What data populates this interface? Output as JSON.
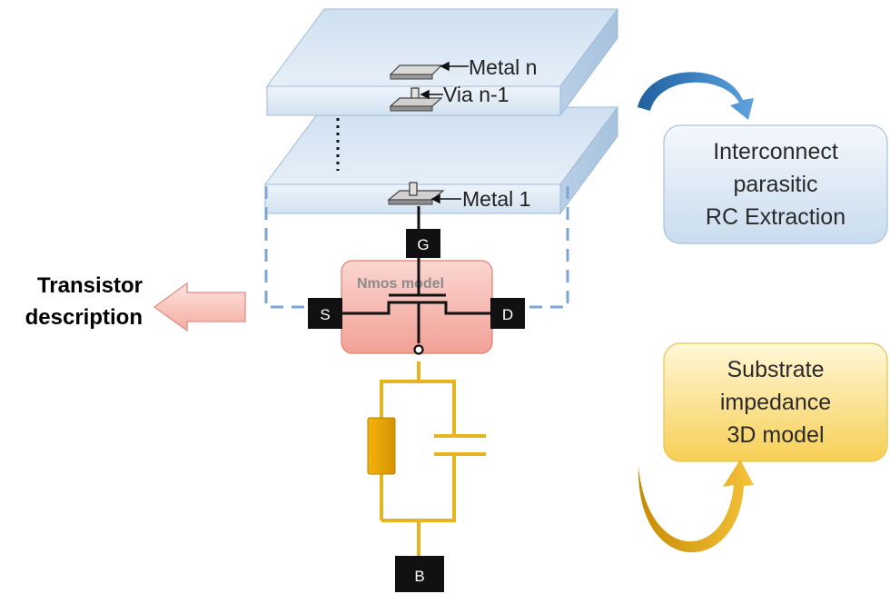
{
  "layers": {
    "metal_n": "Metal n",
    "via_n1": "Via n-1",
    "metal_1": "Metal 1"
  },
  "terminals": {
    "gate": "G",
    "source": "S",
    "drain": "D",
    "bulk": "B"
  },
  "nmos_model": "Nmos model",
  "transistor_description": {
    "line1": "Transistor",
    "line2": "description"
  },
  "interconnect_box": {
    "line1": "Interconnect",
    "line2": "parasitic",
    "line3": "RC Extraction"
  },
  "substrate_box": {
    "line1": "Substrate",
    "line2": "impedance",
    "line3": "3D model"
  },
  "colors": {
    "slab_face": "#dde9f5",
    "slab_edge": "#8fb0d2",
    "interconnect_box_fill": "#dbe8f5",
    "substrate_box_fill": "#fbe08a",
    "nmos_fill": "#f6b7b0",
    "substrate_wire": "#e8b321",
    "arrow_blue": "#2e6fb2",
    "arrow_orange": "#d79b0f",
    "terminal": "#111111"
  }
}
